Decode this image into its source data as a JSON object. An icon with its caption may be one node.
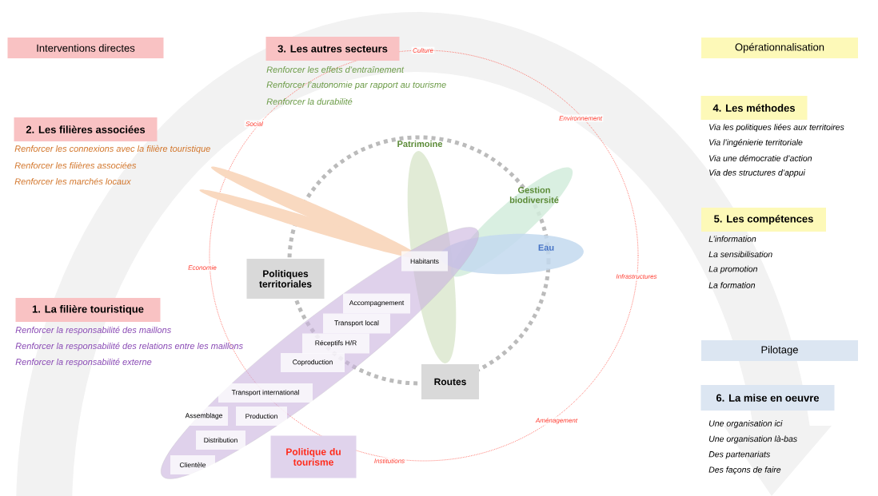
{
  "diagram": {
    "nodes": [
      {
        "text": [
          "Interventions directes"
        ]
      },
      {
        "text": [
          "3. Les autres secteurs"
        ],
        "beside": [
          "Renforcer les effets d’entraînement",
          "Renforcer l’autonomie par rapport au tourisme",
          "Renforcer la durabilité"
        ]
      },
      {
        "text": [
          "2. Les filières associées"
        ],
        "beside": [
          "Renforcer les connexions avec la filière touristique",
          "Renforcer les filières associées",
          "Renforcer les marchés locaux"
        ]
      },
      {
        "text": [
          "1. La filière touristique"
        ],
        "beside": [
          "Renforcer la responsabilité des maillons",
          "Renforcer la responsabilité des relations entre les maillons",
          "Renforcer la responsabilité externe"
        ]
      },
      {
        "text": [
          "Opérationnalisation"
        ]
      },
      {
        "text": [
          "4. Les méthodes"
        ],
        "beside": [
          "Via les politiques liées aux territoires",
          "Via l’ingénierie territoriale",
          "Via une démocratie d’action",
          "Via des structures d’appui"
        ]
      },
      {
        "text": [
          "5. Les compétences"
        ],
        "beside": [
          "L’information",
          "La sensibilisation",
          "La promotion",
          "La formation"
        ]
      },
      {
        "text": [
          "Pilotage"
        ]
      },
      {
        "text": [
          "6. La mise en oeuvre"
        ],
        "beside": [
          "Une organisation ici",
          "Une organisation là-bas",
          "Des partenariats",
          "Des façons de faire"
        ]
      },
      {
        "text": [
          "Politiques territoriales"
        ]
      },
      {
        "text": [
          "Routes"
        ]
      },
      {
        "text": [
          "Politique du tourisme"
        ]
      },
      {
        "text": [
          "Habitants"
        ]
      },
      {
        "text": [
          "Accompagnement"
        ]
      },
      {
        "text": [
          "Transport local"
        ]
      },
      {
        "text": [
          "Réceptifs H/R"
        ]
      },
      {
        "text": [
          "Coproduction"
        ]
      },
      {
        "text": [
          "Transport international"
        ]
      },
      {
        "text": [
          "Assemblage"
        ]
      },
      {
        "text": [
          "Production"
        ]
      },
      {
        "text": [
          "Distribution"
        ]
      },
      {
        "text": [
          "Clientèle"
        ]
      },
      {
        "text": [
          "Patrimoine"
        ]
      },
      {
        "text": [
          "Gestion biodiversité"
        ]
      },
      {
        "text": [
          "Eau"
        ]
      }
    ],
    "labels": [
      "Culture",
      "Social",
      "Environnement",
      "Economie",
      "Infrastructures",
      "Aménagement",
      "Institutions"
    ]
  }
}
